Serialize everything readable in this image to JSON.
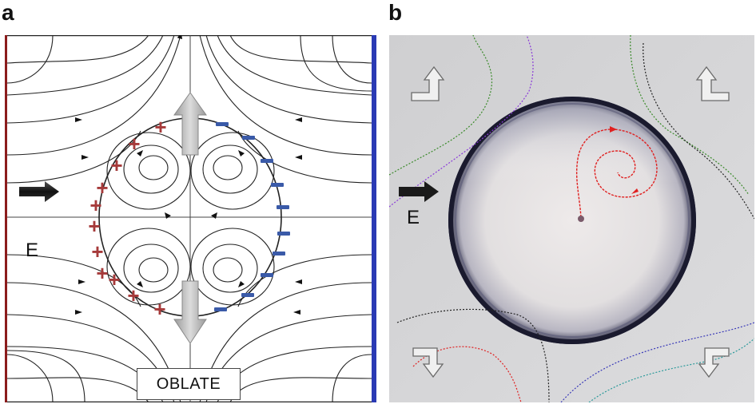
{
  "panels": {
    "a": {
      "letter": "a",
      "field_label": "E",
      "shape_label": "OBLATE",
      "charges": {
        "positive": "+",
        "negative": "−"
      },
      "colors": {
        "left_electrode": "#8b1c1c",
        "right_electrode": "#2a3ab4",
        "positive_charge": "#a63a3a",
        "negative_charge": "#3a5aa8",
        "velocity_arrow": "#b8b8b8",
        "field_arrow": "#222222"
      }
    },
    "b": {
      "letter": "b",
      "field_label": "E",
      "colors": {
        "background": "#d6d6d8",
        "drop_rim": "#1a1a2e",
        "tracer_red": "#e02020",
        "tracer_green": "#3a8a2a",
        "tracer_purple": "#8a3ad8",
        "tracer_black": "#222222",
        "tracer_blue": "#3a3ab8",
        "tracer_teal": "#2a9a9a"
      }
    }
  }
}
